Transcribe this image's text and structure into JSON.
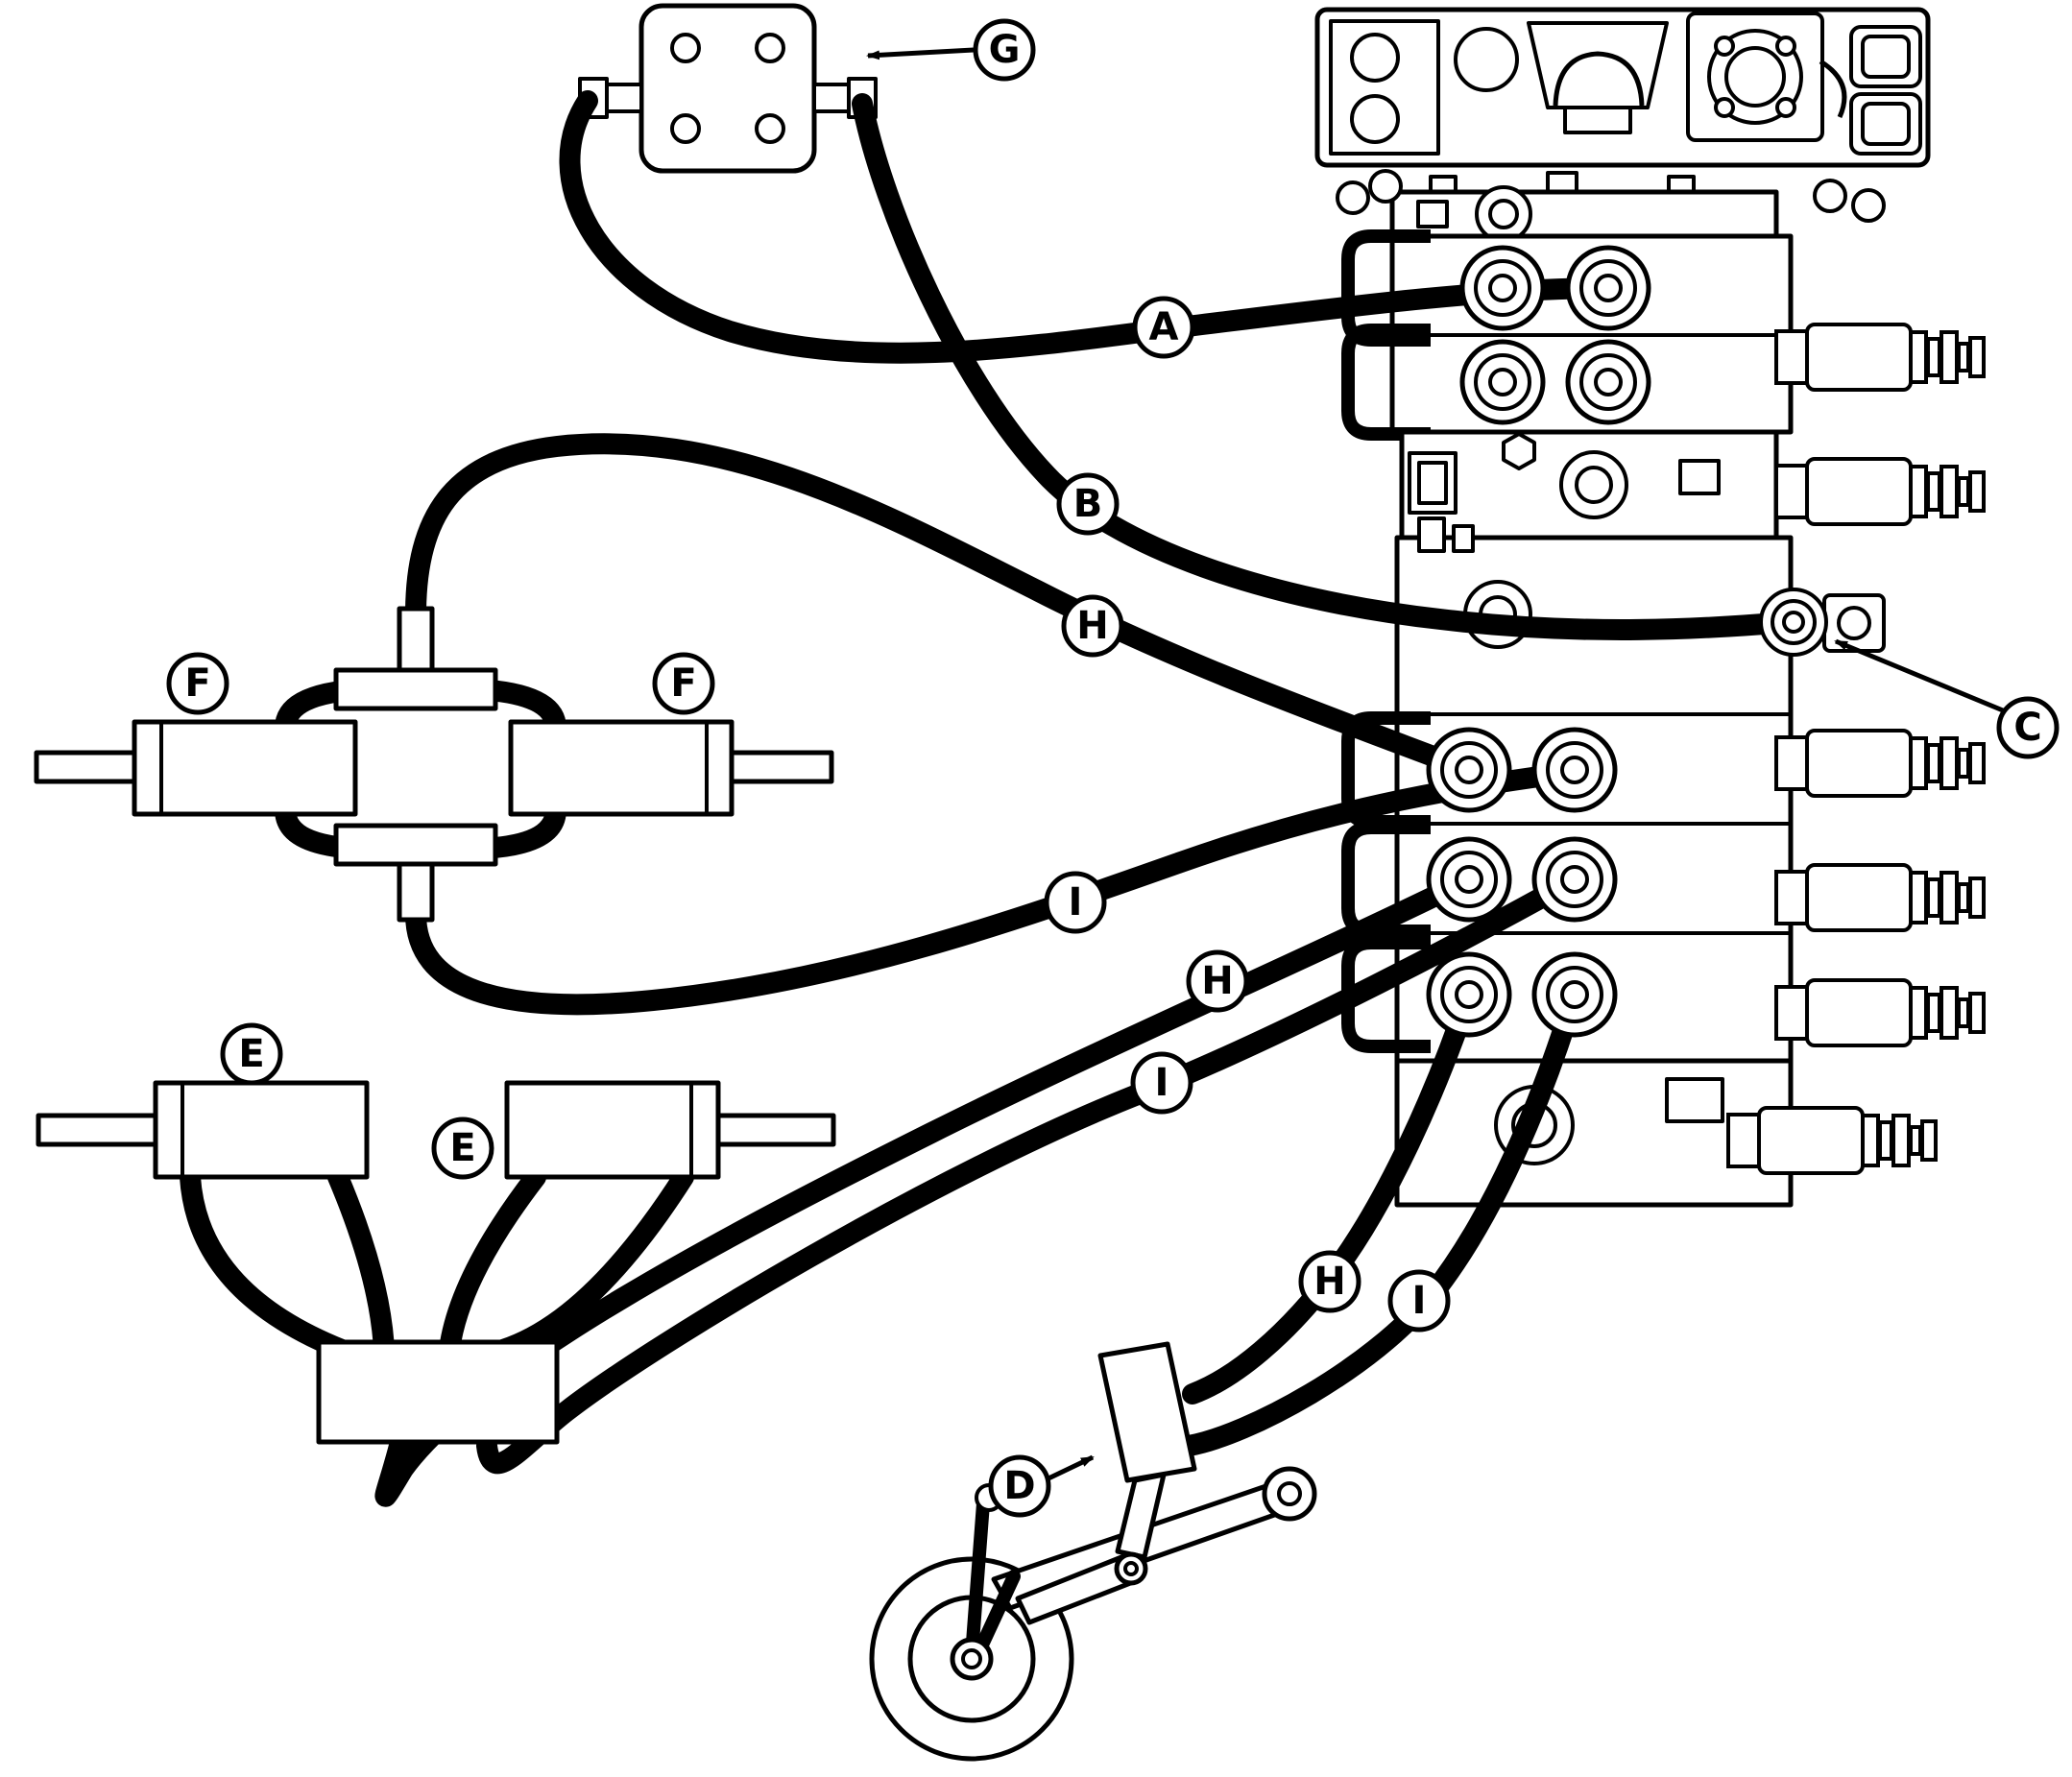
{
  "figure": {
    "colors": {
      "line": "#000000",
      "background": "#ffffff"
    },
    "callouts": [
      {
        "letter": "G"
      },
      {
        "letter": "A"
      },
      {
        "letter": "B"
      },
      {
        "letter": "H"
      },
      {
        "letter": "F"
      },
      {
        "letter": "F"
      },
      {
        "letter": "C"
      },
      {
        "letter": "I"
      },
      {
        "letter": "H"
      },
      {
        "letter": "I"
      },
      {
        "letter": "E"
      },
      {
        "letter": "E"
      },
      {
        "letter": "H"
      },
      {
        "letter": "I"
      },
      {
        "letter": "D"
      }
    ]
  }
}
